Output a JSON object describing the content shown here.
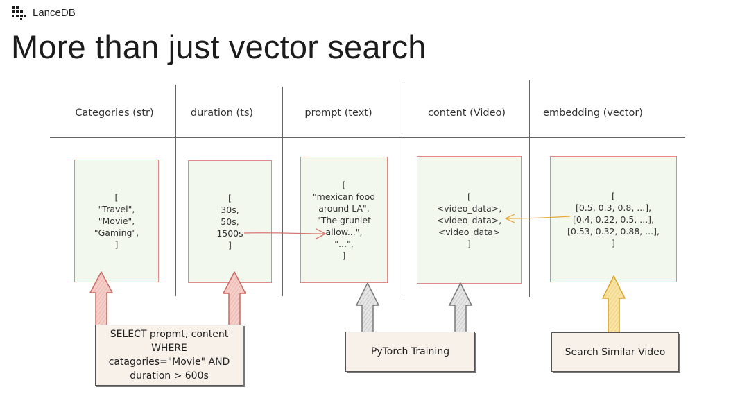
{
  "brand": {
    "name": "LanceDB",
    "logo_icon": "lancedb-logo-icon"
  },
  "title": "More than just vector search",
  "columns": [
    {
      "header": "Categories (str)",
      "lines": [
        "[",
        "\"Travel\",",
        "\"Movie\",",
        "\"Gaming\",",
        "]"
      ]
    },
    {
      "header": "duration (ts)",
      "lines": [
        "[",
        "30s,",
        "50s,",
        "1500s",
        "]"
      ]
    },
    {
      "header": "prompt (text)",
      "lines": [
        "[",
        "\"mexican food",
        "around LA\",",
        "\"The grunlet",
        "allow...\",",
        "\"...\",",
        "]"
      ]
    },
    {
      "header": "content (Video)",
      "lines": [
        "[",
        "<video_data>,",
        "<video_data>,",
        "<video_data>",
        "]"
      ]
    },
    {
      "header": "embedding (vector)",
      "lines": [
        "[",
        "[0.5, 0.3, 0.8, ...],",
        "[0.4, 0.22, 0.5, ...],",
        "[0.53, 0.32, 0.88, ...],",
        "]"
      ]
    }
  ],
  "labels": {
    "sql": [
      "SELECT propmt, content",
      "WHERE",
      "catagories=\"Movie\" AND",
      "duration > 600s"
    ],
    "training": "PyTorch Training",
    "search": "Search Similar Video"
  },
  "colors": {
    "box_border": "#e38a86",
    "box_fill": "#f3f8ef",
    "arrow_red": "#d9776f",
    "arrow_red_fill": "#f4cfc9",
    "arrow_gray": "#8a8a8a",
    "arrow_gray_fill": "#dedede",
    "arrow_yellow": "#e9b23c",
    "arrow_yellow_fill": "#f8e4a6"
  }
}
